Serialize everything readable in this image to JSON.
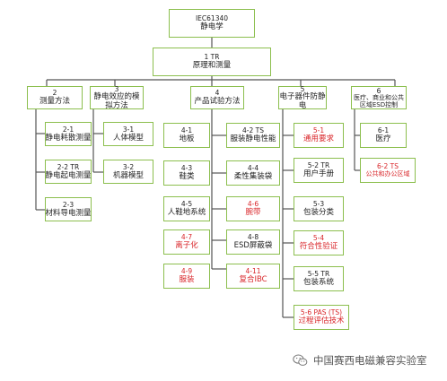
{
  "colors": {
    "border": "#8cbf4e",
    "line": "#555555",
    "normal_text": "#222222",
    "highlight_text": "#d9262a"
  },
  "root": {
    "id": "IEC61340",
    "label": "静电学"
  },
  "level1": {
    "id": "1  TR",
    "label": "原理和测量"
  },
  "categories": [
    {
      "id": "2",
      "label": "测量方法"
    },
    {
      "id": "3",
      "label": "静电效应的模拟方法"
    },
    {
      "id": "4",
      "label": "产品试验方法"
    },
    {
      "id": "5",
      "label": "电子器件防静电"
    },
    {
      "id": "6",
      "label": "医疗、商业和公共区域ESD控制"
    }
  ],
  "items": {
    "c2": [
      {
        "id": "2-1",
        "label": "静电耗散测量"
      },
      {
        "id": "2-2  TR",
        "label": "静电起电测量"
      },
      {
        "id": "2-3",
        "label": "材料导电测量"
      }
    ],
    "c3": [
      {
        "id": "3-1",
        "label": "人体模型"
      },
      {
        "id": "3-2",
        "label": "机器模型"
      }
    ],
    "c4a": [
      {
        "id": "4-1",
        "label": "地板"
      },
      {
        "id": "4-3",
        "label": "鞋类"
      },
      {
        "id": "4-5",
        "label": "人鞋地系统"
      },
      {
        "id": "4-7",
        "label": "离子化"
      },
      {
        "id": "4-9",
        "label": "服装"
      }
    ],
    "c4b": [
      {
        "id": "4-2  TS",
        "label": "服装静电性能"
      },
      {
        "id": "4-4",
        "label": "柔性集装袋"
      },
      {
        "id": "4-6",
        "label": "腕带"
      },
      {
        "id": "4-8",
        "label": "ESD屏蔽袋"
      },
      {
        "id": "4-11",
        "label": "复合IBC"
      }
    ],
    "c5": [
      {
        "id": "5-1",
        "label": "通用要求"
      },
      {
        "id": "5-2  TR",
        "label": "用户手册"
      },
      {
        "id": "5-3",
        "label": "包装分类"
      },
      {
        "id": "5-4",
        "label": "符合性验证"
      },
      {
        "id": "5-5  TR",
        "label": "包装系统"
      },
      {
        "id": "5-6  PAS (TS)",
        "label": "过程评估技术"
      }
    ],
    "c6": [
      {
        "id": "6-1",
        "label": "医疗"
      },
      {
        "id": "6-2  TS",
        "label": "公共和办公区域"
      }
    ]
  },
  "watermark": {
    "text": "中国赛西电磁兼容实验室",
    "icon": "wechat-icon"
  }
}
